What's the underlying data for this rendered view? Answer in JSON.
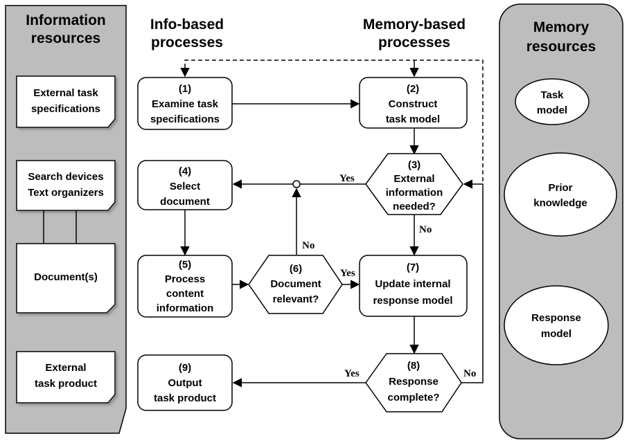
{
  "info_panel": {
    "title": [
      "Information",
      "resources"
    ],
    "items": [
      [
        "External task",
        "specifications"
      ],
      [
        "Search devices",
        "Text organizers"
      ],
      [
        "Document(s)"
      ],
      [
        "External",
        "task product"
      ]
    ]
  },
  "memory_panel": {
    "title": [
      "Memory",
      "resources"
    ],
    "items": [
      [
        "Task",
        "model"
      ],
      [
        "Prior",
        "knowledge"
      ],
      [
        "Response",
        "model"
      ]
    ]
  },
  "headers": {
    "info": [
      "Info-based",
      "processes"
    ],
    "memory": [
      "Memory-based",
      "processes"
    ]
  },
  "nodes": {
    "n1": [
      "(1)",
      "Examine task",
      "specifications"
    ],
    "n2": [
      "(2)",
      "Construct",
      "task model"
    ],
    "n3": [
      "(3)",
      "External",
      "information",
      "needed?"
    ],
    "n4": [
      "(4)",
      "Select",
      "document"
    ],
    "n5": [
      "(5)",
      "Process",
      "content",
      "information"
    ],
    "n6": [
      "(6)",
      "Document",
      "relevant?"
    ],
    "n7": [
      "(7)",
      "Update internal",
      "response model"
    ],
    "n8": [
      "(8)",
      "Response",
      "complete?"
    ],
    "n9": [
      "(9)",
      "Output",
      "task product"
    ]
  },
  "edge_labels": {
    "yes3": "Yes",
    "no3": "No",
    "no6": "No",
    "yes6": "Yes",
    "yes8": "Yes",
    "no8": "No"
  }
}
